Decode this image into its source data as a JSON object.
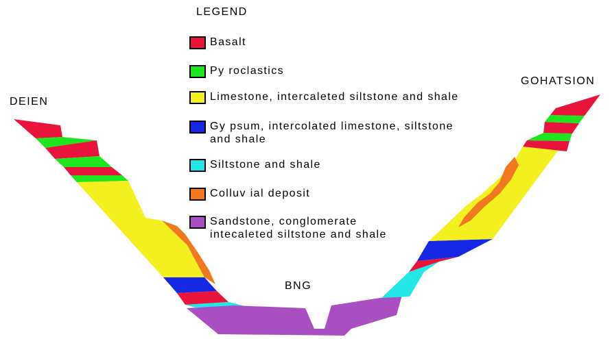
{
  "title": "LEGEND",
  "sites": {
    "left": "DEIEN",
    "right": "GOHATSION",
    "bottom": "BNG"
  },
  "colors": {
    "basalt": "#e8143c",
    "pyroclastics": "#1ee61e",
    "limestone": "#f4f020",
    "gypsum": "#1428e6",
    "siltstone": "#23e6e6",
    "colluvial": "#f0781e",
    "sandstone": "#a94fc2"
  },
  "legend": [
    {
      "key": "basalt",
      "label": "Basalt"
    },
    {
      "key": "pyroclastics",
      "label": "Py roclastics"
    },
    {
      "key": "limestone",
      "label": "Limestone, intercaleted siltstone and shale"
    },
    {
      "key": "gypsum",
      "label": "Gy psum, intercolated limestone, siltstone\nand shale"
    },
    {
      "key": "siltstone",
      "label": "Siltstone and shale"
    },
    {
      "key": "colluvial",
      "label": "Colluv ial deposit"
    },
    {
      "key": "sandstone",
      "label": "Sandstone, conglomerate\nintecaleted siltstone and shale"
    }
  ]
}
